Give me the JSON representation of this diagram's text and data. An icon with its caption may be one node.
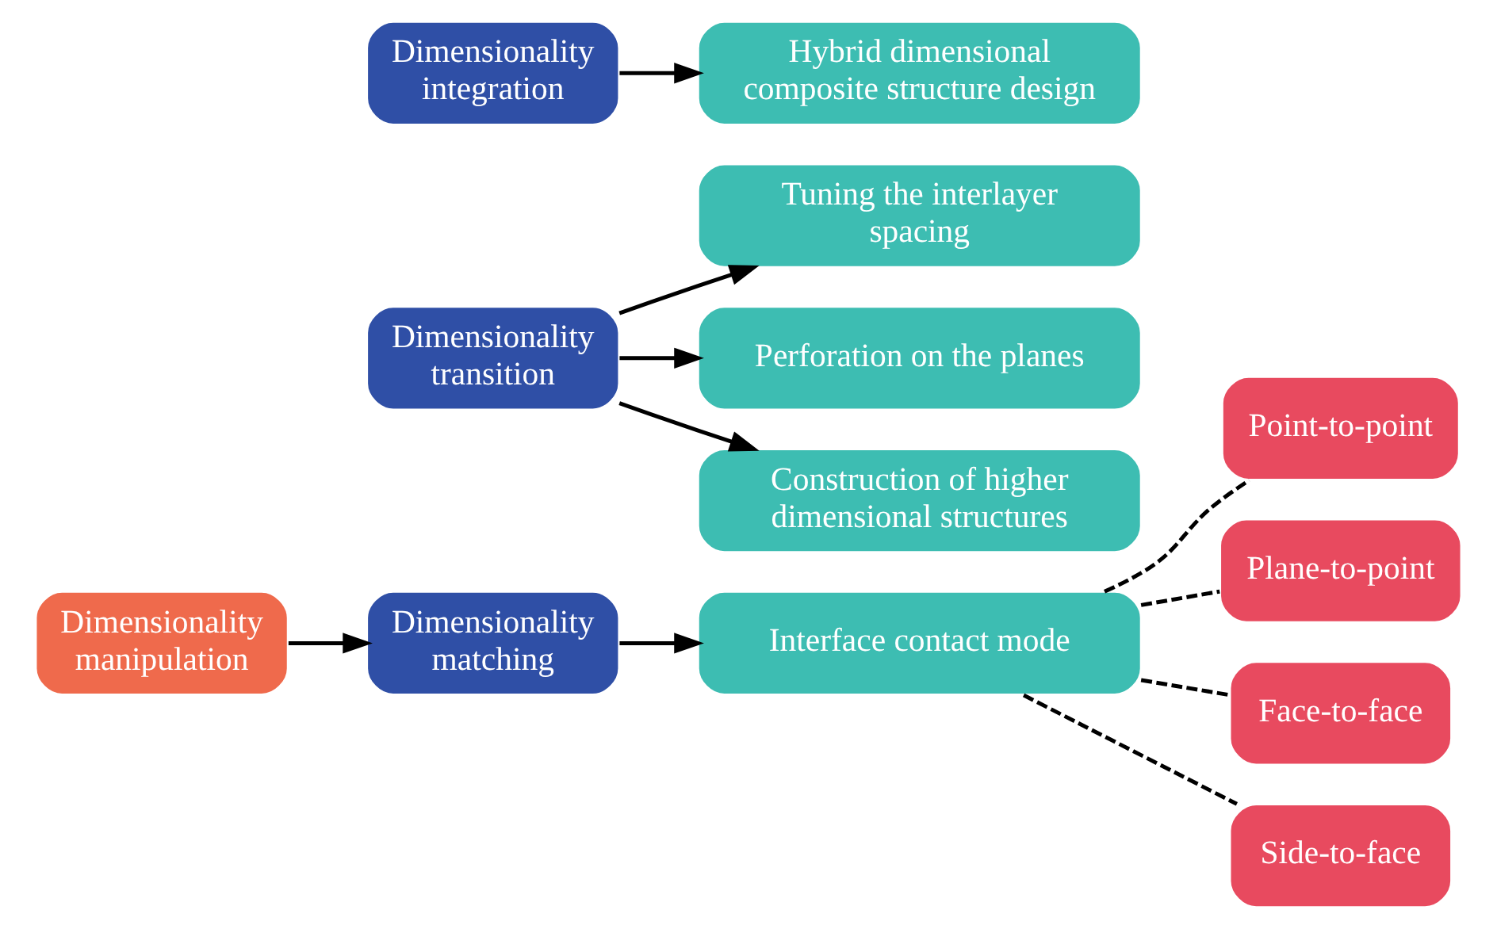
{
  "diagram": {
    "nodes": [
      {
        "text": [
          "Dimensionality manipulation"
        ]
      },
      {
        "text": [
          "Dimensionality transition"
        ]
      },
      {
        "text": [
          "Dimensionality matching"
        ]
      },
      {
        "text": [
          "Dimensionality integration"
        ]
      },
      {
        "text": [
          "Tuning the interlayer spacing"
        ]
      },
      {
        "text": [
          "Perforation on the planes"
        ]
      },
      {
        "text": [
          "Construction of higher dimensional structures"
        ]
      },
      {
        "text": [
          "Interface contact mode"
        ]
      },
      {
        "text": [
          "Hybrid dimensional composite structure design"
        ]
      },
      {
        "text": [
          "Point-to-point"
        ]
      },
      {
        "text": [
          "Plane-to-point"
        ]
      },
      {
        "text": [
          "Face-to-face"
        ]
      },
      {
        "text": [
          "Side-to-face"
        ]
      }
    ],
    "edges": [
      {
        "from": 0,
        "to": 2,
        "arrow": "to"
      },
      {
        "from": 1,
        "to": 4,
        "arrow": "to"
      },
      {
        "from": 1,
        "to": 5,
        "arrow": "to"
      },
      {
        "from": 1,
        "to": 6,
        "arrow": "to"
      },
      {
        "from": 2,
        "to": 7,
        "arrow": "to"
      },
      {
        "from": 3,
        "to": 8,
        "arrow": "to"
      },
      {
        "from": 7,
        "to": 9,
        "arrow": "none",
        "style": "dashed"
      },
      {
        "from": 7,
        "to": 10,
        "arrow": "none",
        "style": "dashed"
      },
      {
        "from": 7,
        "to": 11,
        "arrow": "none",
        "style": "dashed"
      },
      {
        "from": 7,
        "to": 12,
        "arrow": "none",
        "style": "dashed"
      }
    ]
  }
}
